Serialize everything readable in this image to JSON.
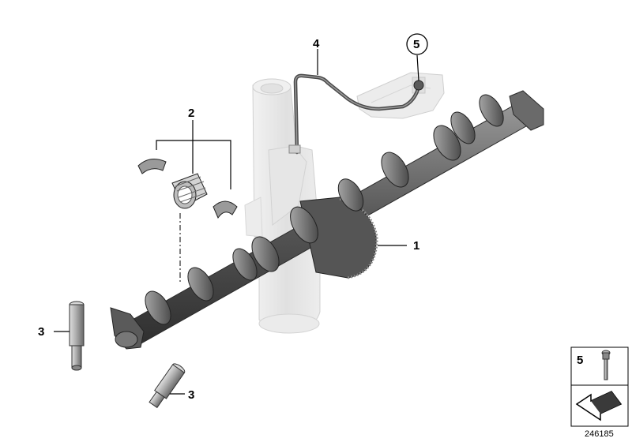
{
  "callouts": {
    "camshaft": "1",
    "bearing_kit": "2",
    "pin_upper": "3",
    "pin_lower": "3",
    "oil_line": "4",
    "screw_circled": "5"
  },
  "legend": {
    "screw_number": "5"
  },
  "diagram_id": "246185",
  "icons": [
    "camshaft",
    "needle-bearing",
    "bearing-shell",
    "pin",
    "oil-line",
    "mounting-bracket",
    "screw",
    "vacuum-pump-housing",
    "arrow-icon"
  ],
  "colors": {
    "part_dark": "#4a4a4a",
    "part_mid": "#8a8a8a",
    "part_light": "#c8c8c8",
    "ghost": "#e8e8e8",
    "line": "#000000"
  }
}
